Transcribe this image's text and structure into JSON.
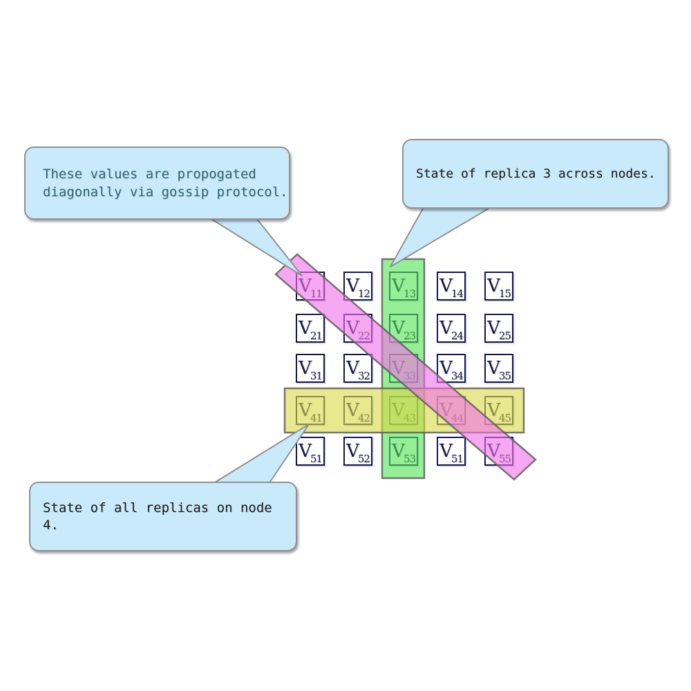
{
  "colors": {
    "background": "#ffffff",
    "callout_fill": "#c9eafa",
    "callout_border": "#919191",
    "cell_border": "#14145a",
    "cell_text": "#16164a",
    "green_band": "#50e350",
    "yellow_band": "#d8d844",
    "magenta_band": "#f26ee9",
    "band_border": "#5f5f5f",
    "callout1_text_color": "#2f6474",
    "callout_text_color": "#1a1a1a"
  },
  "callouts": [
    {
      "id": "gossip",
      "text_lines": [
        "These values are propogated",
        "diagonally via gossip protocol."
      ],
      "points_to": "diagonal-highlight"
    },
    {
      "id": "replica3",
      "text": "State of replica 3 across nodes.",
      "points_to": "column-3-highlight"
    },
    {
      "id": "node4",
      "text": "State of all replicas on node 4.",
      "points_to": "row-4-highlight"
    }
  ],
  "grid": {
    "cell_prefix": "V",
    "rows": [
      [
        "11",
        "12",
        "13",
        "14",
        "15"
      ],
      [
        "21",
        "22",
        "23",
        "24",
        "25"
      ],
      [
        "31",
        "32",
        "33",
        "34",
        "35"
      ],
      [
        "41",
        "42",
        "43",
        "44",
        "45"
      ],
      [
        "51",
        "52",
        "53",
        "51",
        "55"
      ]
    ]
  },
  "highlights": {
    "column": {
      "column_index": 3,
      "description": "green vertical band over column 3"
    },
    "row": {
      "row_index": 4,
      "description": "yellow horizontal band over row 4"
    },
    "diagonal": {
      "cells": [
        "11",
        "22",
        "33",
        "44",
        "55"
      ],
      "description": "magenta diagonal band over main diagonal"
    }
  }
}
